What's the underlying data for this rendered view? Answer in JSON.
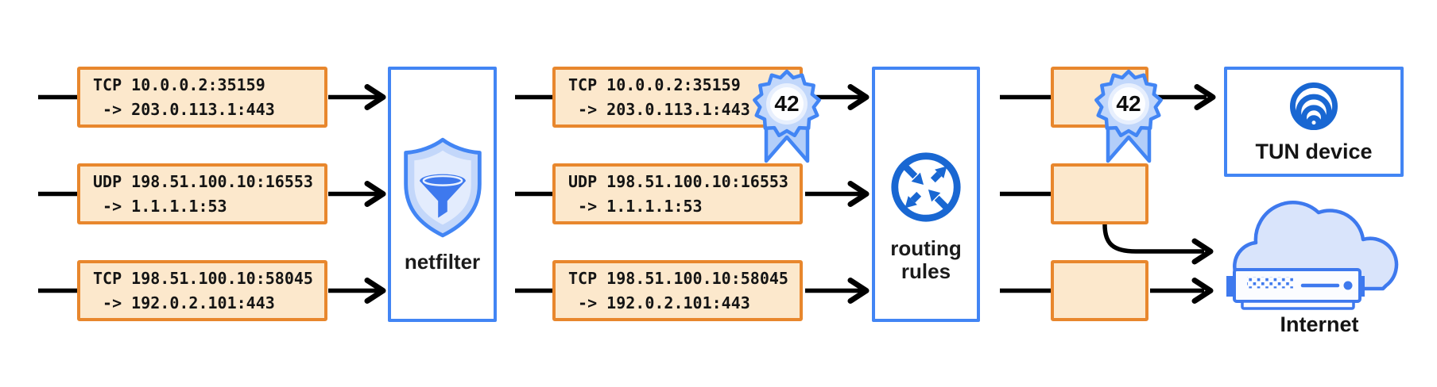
{
  "packets": [
    {
      "line1": "TCP 10.0.0.2:35159",
      "line2": " -> 203.0.113.1:443"
    },
    {
      "line1": "UDP 198.51.100.10:16553",
      "line2": " -> 1.1.1.1:53"
    },
    {
      "line1": "TCP 198.51.100.10:58045",
      "line2": " -> 192.0.2.101:443"
    }
  ],
  "stages": {
    "netfilter": {
      "label": "netfilter"
    },
    "routing_rules": {
      "label": "routing rules"
    }
  },
  "mark_badge": {
    "value": "42"
  },
  "destinations": {
    "tun_device": {
      "label": "TUN device"
    },
    "internet": {
      "label": "Internet"
    }
  },
  "colors": {
    "packet_border": "#E8872D",
    "packet_fill": "#FCE8CC",
    "stage_border": "#4285F4",
    "icon_blue_dark": "#1967D2",
    "icon_blue": "#3E79EE",
    "light_blue_fill": "#D9E4FB",
    "shield_fill": "#C3D7FA",
    "badge_fill": "#C1D7FB",
    "connector": "#000000"
  }
}
